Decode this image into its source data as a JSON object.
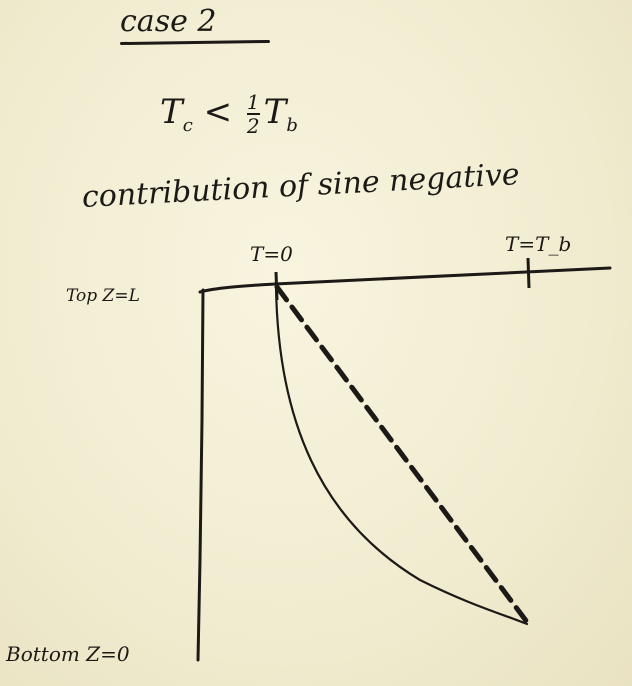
{
  "heading": "case 2",
  "condition": {
    "lhs": "T",
    "lhs_sub": "c",
    "operator": "<",
    "frac_num": "1",
    "frac_den": "2",
    "rhs": "T",
    "rhs_sub": "b"
  },
  "caption": "contribution of sine negative",
  "diagram": {
    "label_t0": "T=0",
    "label_tb": "T=T_b",
    "label_top": "Top Z=L",
    "label_bottom": "Bottom Z=0"
  }
}
